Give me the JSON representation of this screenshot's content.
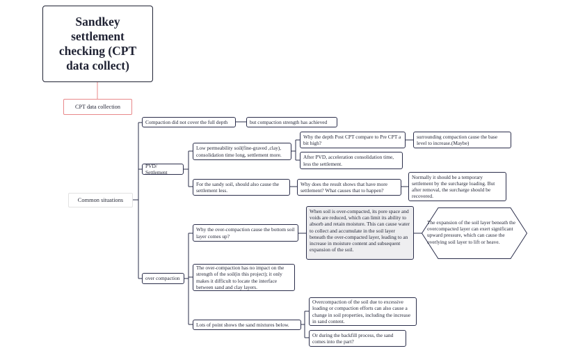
{
  "title": "Sandkey settlement checking (CPT data collect)",
  "subtitle": "CPT data collection",
  "common_situations": "Common situations",
  "compaction": {
    "label": "Compaction did not cover the full depth",
    "note": "but compaction strength has achieved"
  },
  "pvd": {
    "label": "PVD/ Settlement",
    "low_perm": "Low permeability soil(fine-graved ,clay), consolidation time long, settlement more.",
    "why_depth": "Why the depth Post CPT compare to Pre CPT a bit high?",
    "surrounding": "surrounding compaction cause the base level to increase.(Maybe)",
    "after_pvd": "After PVD, acceleration consolidation time, less the settlement.",
    "sandy": "For the sandy soil, should also cause the settlement less.",
    "why_more": "Why does the result shows that have more settlement? What causes that to happen?",
    "surcharge": "Normally it should be a temporary settlement by the surcharge loading. But after removal, the surcharge should be recovered."
  },
  "over": {
    "label": "over compaction",
    "why_bottom": "Why the over-compaction cause the bottom soil layer comes up?",
    "explain": "When soil is over-compacted, its pore space and voids are reduced, which can limit its ability to absorb and retain moisture. This can cause water to collect and accumulate in the soil layer beneath the over-compacted layer, leading to an increase in moisture content and subsequent expansion of the soil.",
    "expansion": "The expansion of the soil layer beneath the overcompacted layer can exert significant upward pressure, which can cause the overlying soil layer to lift or heave.",
    "no_impact": "The over-compaction has no impact on the strength of the soil(in this project); it only makes it difficult to locate the interface between sand and clay layers.",
    "lots": "Lots of point shows the sand mixtures below.",
    "excessive": "Overcompaction of the soil due to excessive loading or compaction efforts can also cause a change in soil properties, including the increase in sand content.",
    "backfill": "Or during the backfill process, the sand comes into the part?"
  }
}
